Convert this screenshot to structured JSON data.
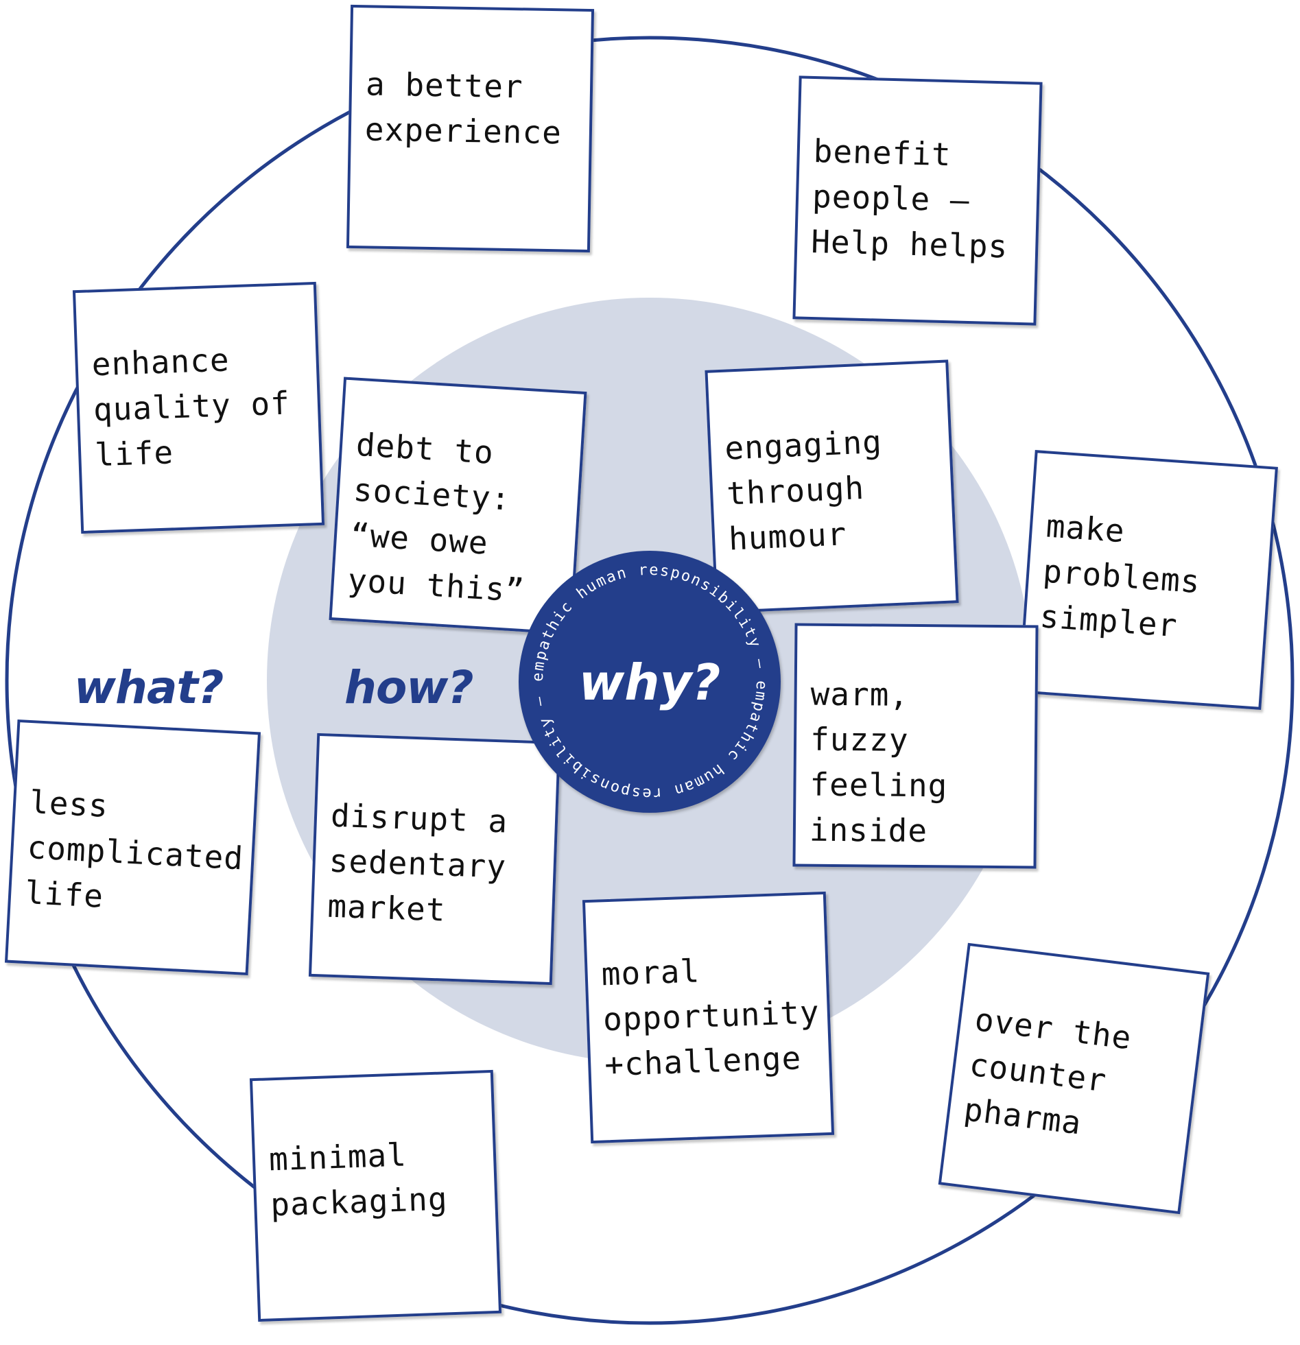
{
  "colors": {
    "accent": "#233e8b",
    "inner_ring": "#d3d9e6",
    "note_bg": "#ffffff"
  },
  "labels": {
    "what": "what?",
    "how": "how?",
    "why": "why?"
  },
  "center_ring_text": "empathic human responsibility – empathic human responsibility – ",
  "notes": [
    {
      "id": "better-experience",
      "text": "a better\nexperience"
    },
    {
      "id": "benefit-people",
      "text": "benefit\npeople –\nHelp helps"
    },
    {
      "id": "enhance-quality",
      "text": "enhance\nquality of\nlife"
    },
    {
      "id": "debt-to-society",
      "text": "debt to\nsociety:\n“we owe\nyou this”"
    },
    {
      "id": "engaging-humour",
      "text": "engaging\nthrough\nhumour"
    },
    {
      "id": "make-problems-simpler",
      "text": "make\nproblems\nsimpler"
    },
    {
      "id": "warm-fuzzy",
      "text": "warm,\nfuzzy\nfeeling\ninside"
    },
    {
      "id": "less-complicated",
      "text": "less\ncomplicated\nlife"
    },
    {
      "id": "disrupt-market",
      "text": "disrupt a\nsedentary\nmarket"
    },
    {
      "id": "moral-opportunity",
      "text": "moral\nopportunity\n+challenge"
    },
    {
      "id": "over-the-counter",
      "text": "over the\ncounter\npharma"
    },
    {
      "id": "minimal-packaging",
      "text": "minimal\npackaging"
    }
  ]
}
